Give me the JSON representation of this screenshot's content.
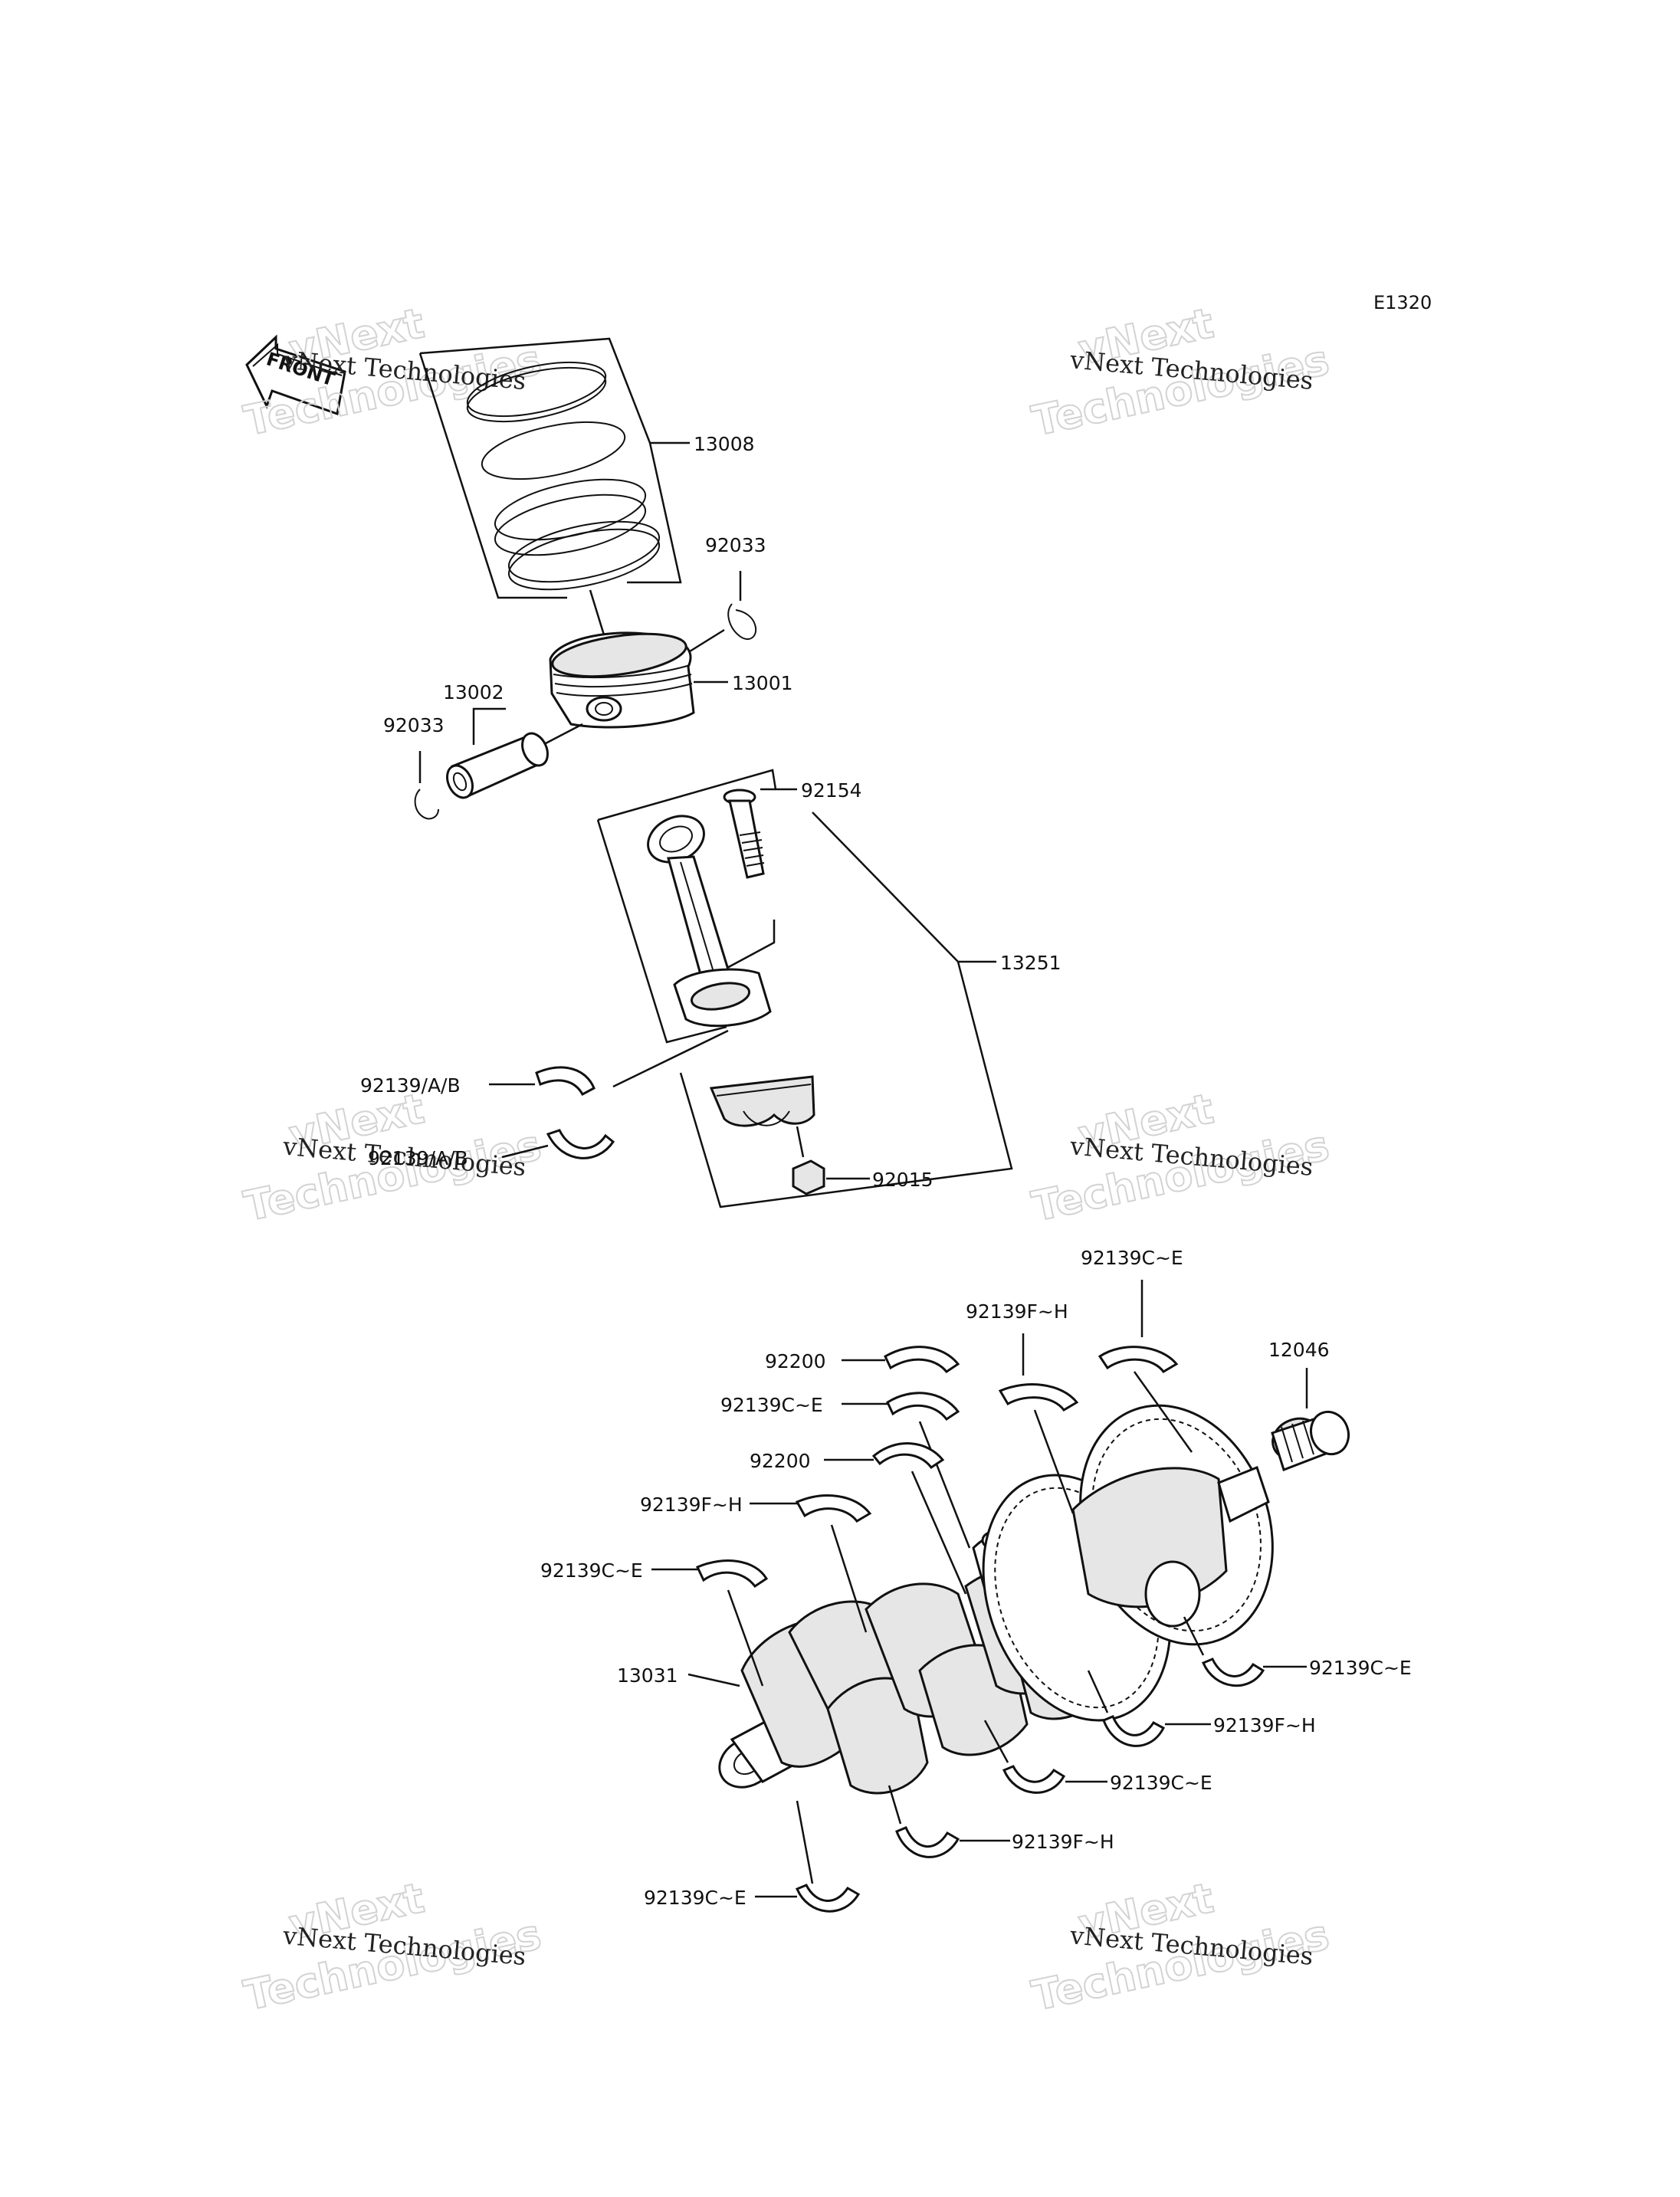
{
  "diagram_code": "E1320",
  "front_arrow_text": "FRONT",
  "watermark": {
    "line1": "vNext Technologies",
    "line2": "vNext",
    "line3": "Technologies"
  },
  "callouts": [
    {
      "id": "13008",
      "text": "13008"
    },
    {
      "id": "92033-right",
      "text": "92033"
    },
    {
      "id": "13001",
      "text": "13001"
    },
    {
      "id": "13002",
      "text": "13002"
    },
    {
      "id": "92033-left",
      "text": "92033"
    },
    {
      "id": "92154",
      "text": "92154"
    },
    {
      "id": "13251",
      "text": "13251"
    },
    {
      "id": "92139ab-upper",
      "text": "92139/A/B"
    },
    {
      "id": "92139ab-lower",
      "text": "92139/A/B"
    },
    {
      "id": "92015",
      "text": "92015"
    },
    {
      "id": "92139ce-top",
      "text": "92139C~E"
    },
    {
      "id": "92139fh-top",
      "text": "92139F~H"
    },
    {
      "id": "12046",
      "text": "12046"
    },
    {
      "id": "92200-upper",
      "text": "92200"
    },
    {
      "id": "92139ce-mid",
      "text": "92139C~E"
    },
    {
      "id": "92200-lower",
      "text": "92200"
    },
    {
      "id": "92139fh-mid",
      "text": "92139F~H"
    },
    {
      "id": "92139ce-left",
      "text": "92139C~E"
    },
    {
      "id": "13031",
      "text": "13031"
    },
    {
      "id": "92139ce-right1",
      "text": "92139C~E"
    },
    {
      "id": "92139fh-right",
      "text": "92139F~H"
    },
    {
      "id": "92139ce-right2",
      "text": "92139C~E"
    },
    {
      "id": "92139fh-bottom",
      "text": "92139F~H"
    },
    {
      "id": "92139ce-bottom",
      "text": "92139C~E"
    }
  ]
}
